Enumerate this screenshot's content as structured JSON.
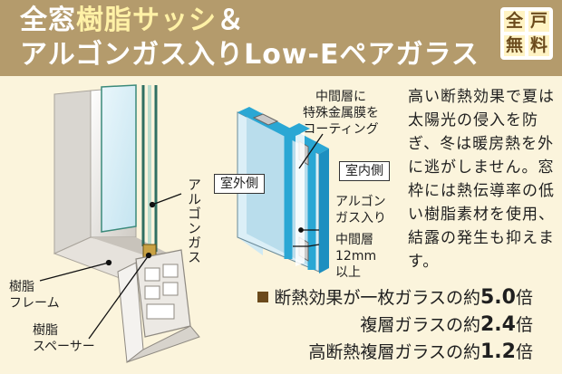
{
  "header": {
    "title_line1_prefix": "全窓",
    "title_line1_highlight": "樹脂サッシ",
    "title_line1_suffix": "＆",
    "title_line2": "アルゴンガス入りLow-Eペアガラス",
    "badge": [
      "全",
      "戸",
      "無",
      "料"
    ]
  },
  "diagram": {
    "vertical_label": "アルゴンガス",
    "frame_label": "樹脂\nフレーム",
    "spacer_label": "樹脂\nスペーサー",
    "coating_label": "中間層に\n特殊金属膜を\nコーティング",
    "outdoor_label": "室外側",
    "indoor_label": "室内側",
    "argon_label": "アルゴン\nガス入り",
    "gap_label": "中間層\n12mm\n以上"
  },
  "description": "高い断熱効果で夏は太陽光の侵入を防ぎ、冬は暖房熱を外に逃がしません。窓枠には熱伝導率の低い樹脂素材を使用、結露の発生も抑えます。",
  "specs": [
    {
      "text": "断熱効果が一枚ガラスの約",
      "value": "5.0",
      "unit": "倍"
    },
    {
      "text": "複層ガラスの約",
      "value": "2.4",
      "unit": "倍"
    },
    {
      "text": "高断熱複層ガラスの約",
      "value": "1.2",
      "unit": "倍"
    }
  ],
  "colors": {
    "banner": "#b49b6c",
    "background": "#fbf4dc",
    "glass": "#2aa7d4",
    "accent": "#6b4a1c"
  }
}
